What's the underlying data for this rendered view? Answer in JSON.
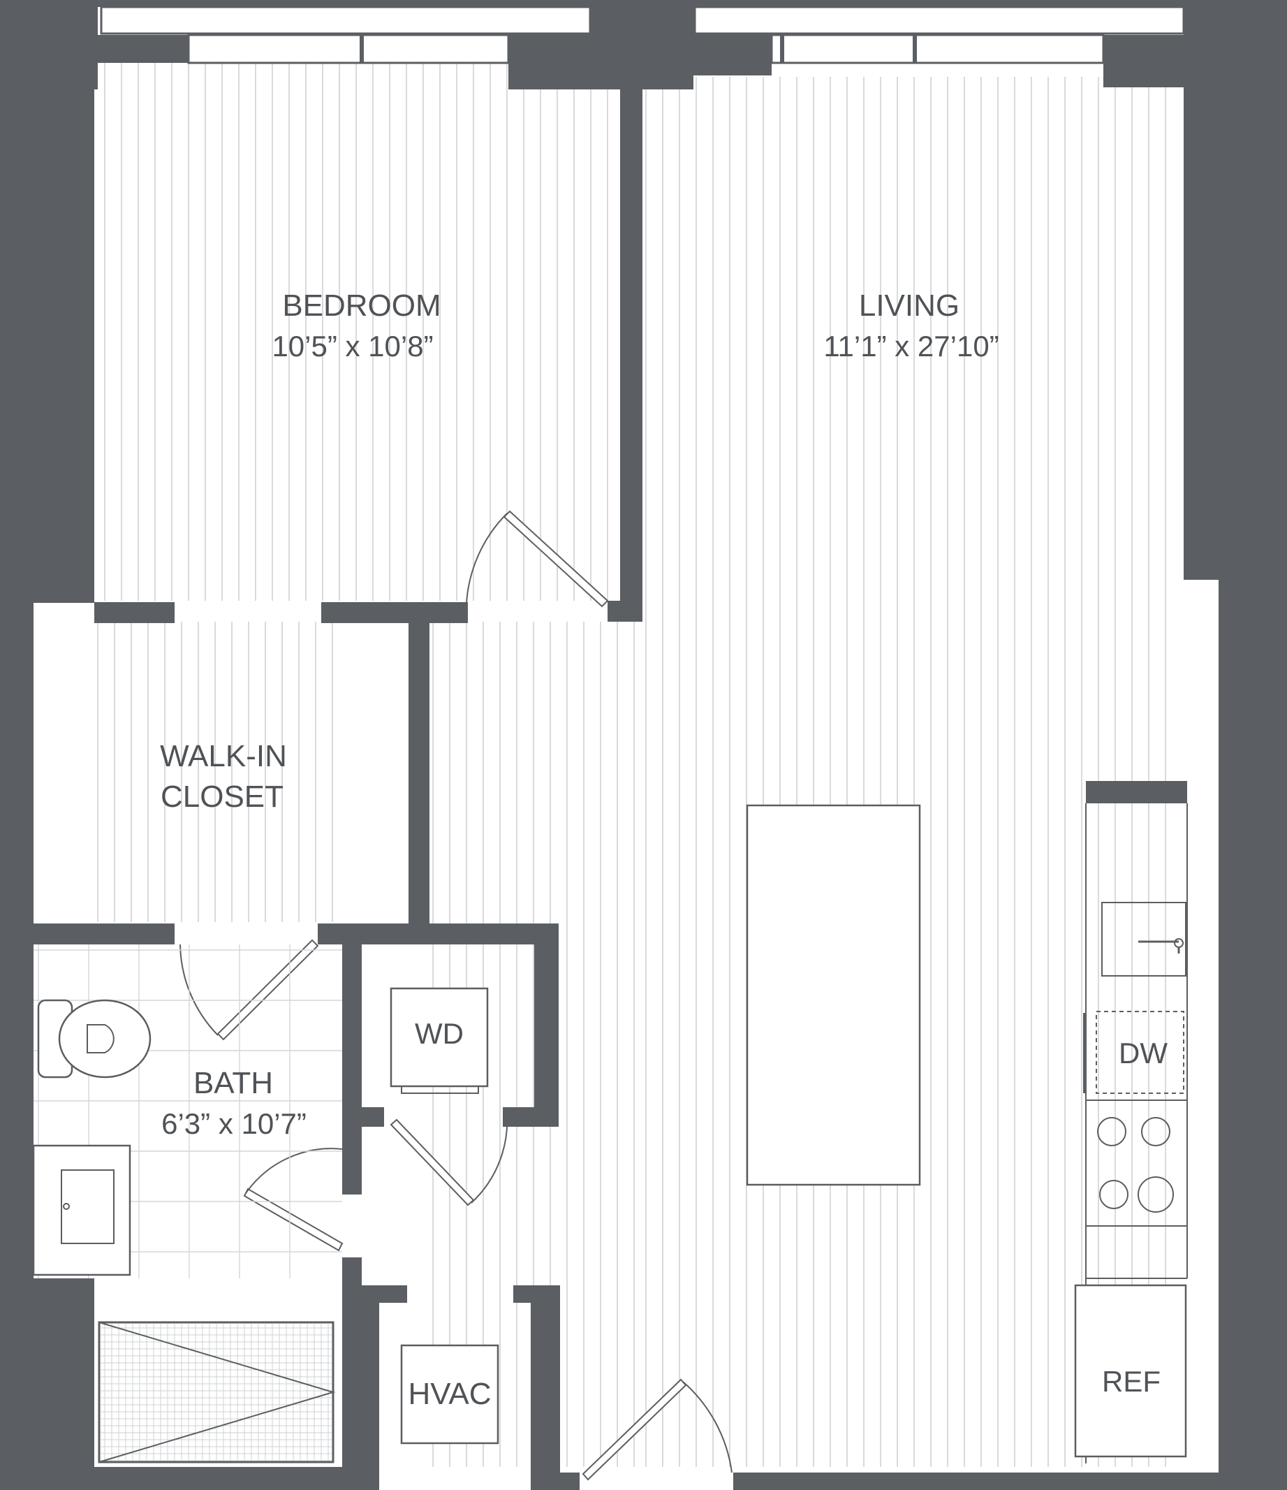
{
  "rooms": {
    "bedroom": {
      "name": "BEDROOM",
      "dims": "10’5” x 10’8”"
    },
    "living": {
      "name": "LIVING",
      "dims": "11’1” x 27’10”"
    },
    "closet": {
      "name_line1": "WALK-IN",
      "name_line2": "CLOSET"
    },
    "bath": {
      "name": "BATH",
      "dims": "6’3” x 10’7”"
    }
  },
  "fixtures": {
    "washer_dryer": "WD",
    "dishwasher": "DW",
    "hvac": "HVAC",
    "refrigerator": "REF"
  },
  "colors": {
    "wall": "#5b5e62",
    "floor_lines": "#c9cbcd",
    "text": "#4f5256"
  }
}
